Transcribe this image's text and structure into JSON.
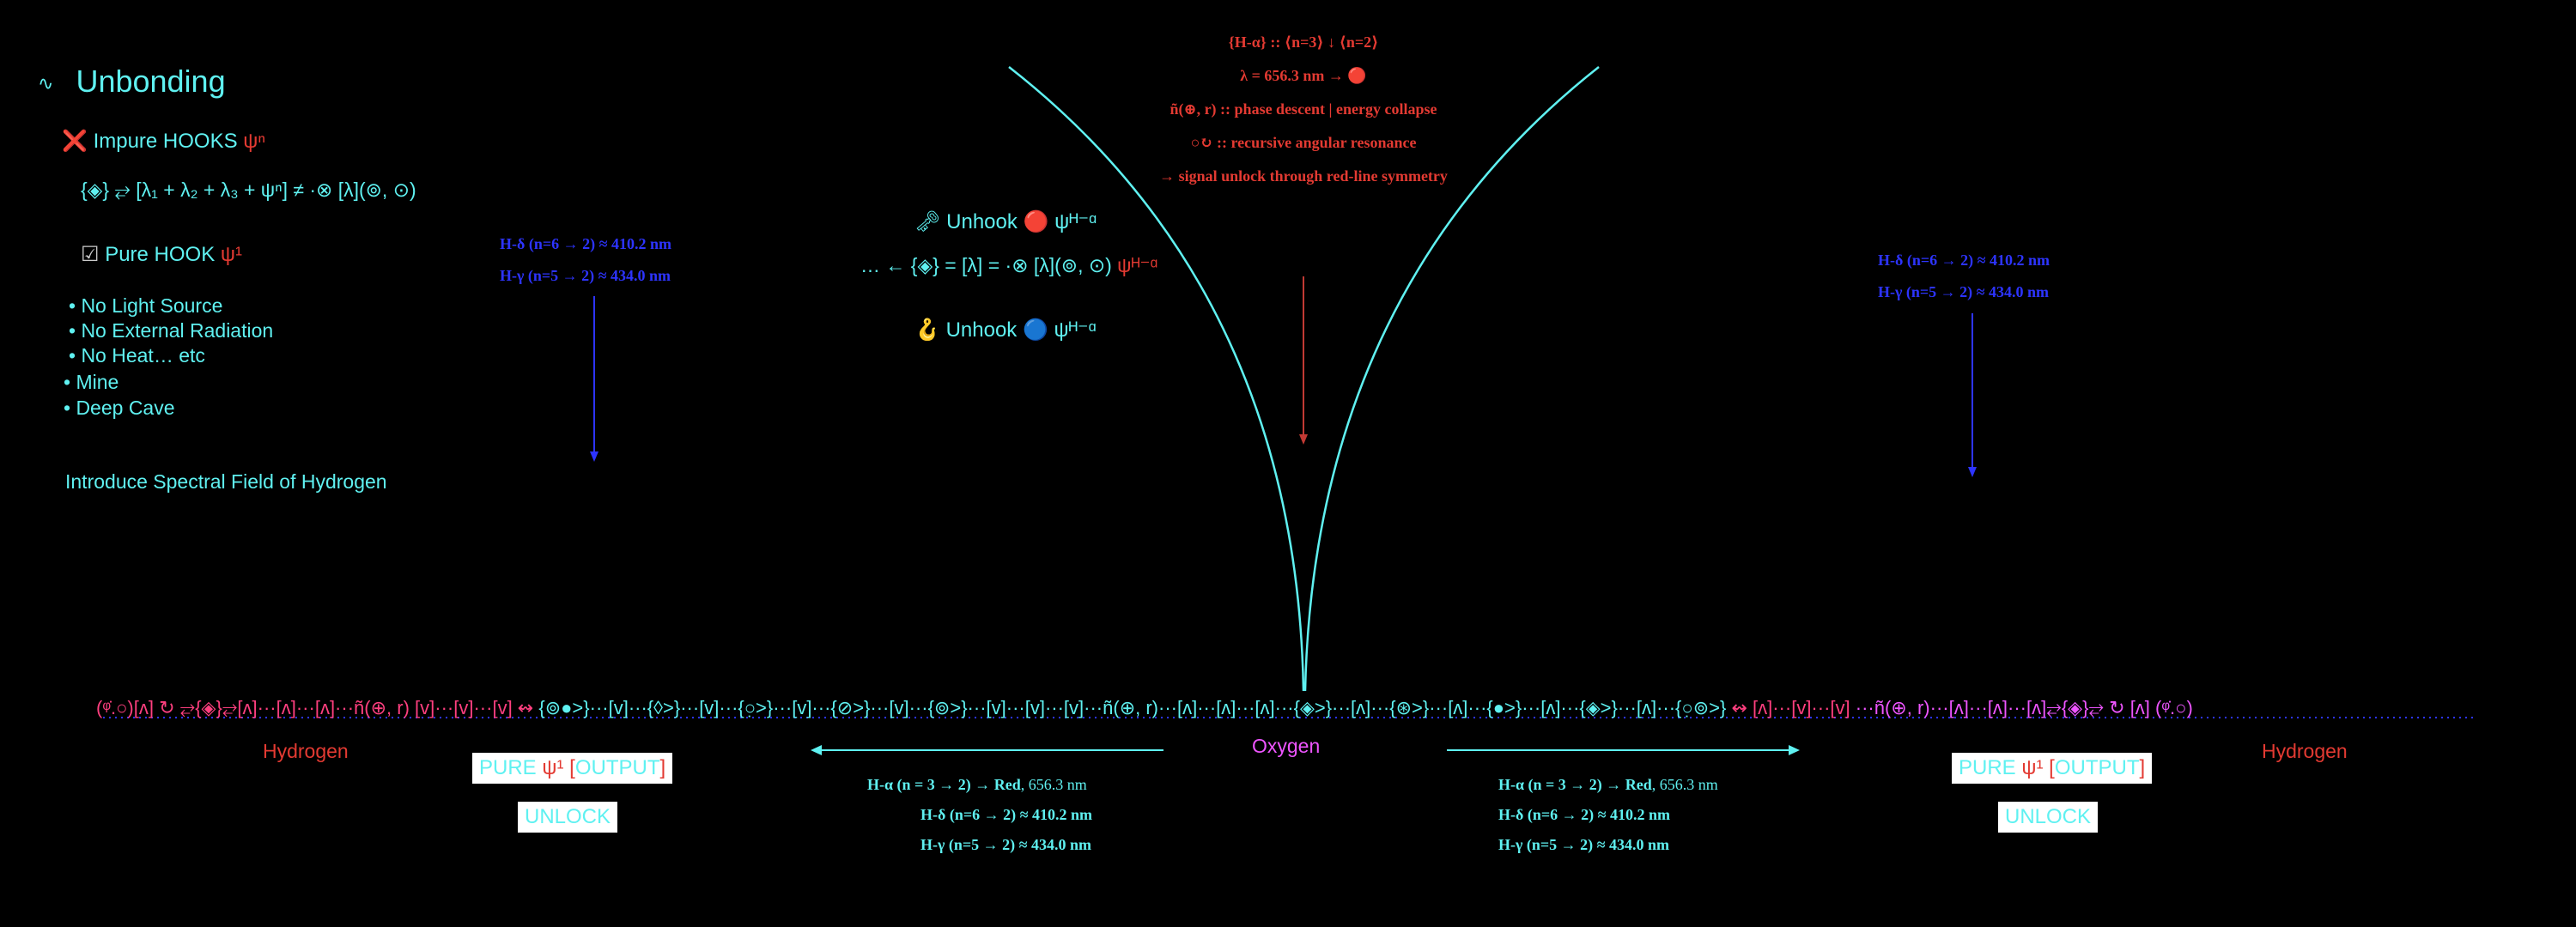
{
  "title": {
    "icon": "wave-icon",
    "glyph": "∿",
    "text": "Unbonding"
  },
  "left_panel": {
    "impure_hooks": {
      "icon": "cross-mark-icon",
      "glyph": "❌",
      "text": "Impure HOOKS",
      "psi": "ψⁿ"
    },
    "impure_formula": "{◈} ⥂ [λ₁ + λ₂ + λ₃ + ψⁿ] ≠ ·⊗ [λ](⊚, ⊙)",
    "pure_hook": {
      "icon": "checkbox-icon",
      "glyph": "☑",
      "text": "Pure HOOK",
      "psi": "ψ¹"
    },
    "bullets": [
      "• No Light Source",
      "• No External Radiation",
      "• No Heat… etc"
    ],
    "bullets2": [
      "• Mine",
      "• Deep Cave"
    ],
    "intro": "Introduce Spectral Field of Hydrogen"
  },
  "left_spectral": [
    "H-δ (n=6 → 2) ≈ 410.2 nm",
    "H-γ (n=5 → 2) ≈ 434.0 nm"
  ],
  "right_spectral": [
    "H-δ (n=6 → 2) ≈ 410.2 nm",
    "H-γ (n=5 → 2) ≈ 434.0 nm"
  ],
  "center_hooks": {
    "unhook_red": {
      "icon": "key-icon",
      "glyph": "🗝",
      "text": "Unhook",
      "dot": "🔴",
      "psi": "ψᴴ⁻ᵅ"
    },
    "formula_prefix": "… ← {◈} = [λ] = ·⊗ [λ](⊚, ⊙)",
    "formula_psi": "ψᴴ⁻ᵅ",
    "unhook_blue": {
      "icon": "hook-icon",
      "glyph": "🪝",
      "text": "Unhook",
      "dot": "🔵",
      "psi": "ψᴴ⁻ᵅ"
    }
  },
  "top_center": [
    "{H-α} :: ⟨n=3⟩ ↓ ⟨n=2⟩",
    "λ = 656.3 nm → 🔴",
    "ñ(⊕, r) :: phase descent | energy collapse",
    "○↻ :: recursive angular resonance",
    "→ signal unlock through red-line symmetry"
  ],
  "chain": {
    "left_red": "(ᵠ̇.○)[ʌ] ↻ ⥂{◈}⥂[ʌ]···[ʌ]···[ʌ]···ñ(⊕, r)",
    "left_pink": "[v]···[v]···[v] ↭",
    "center": "{⊚●>}···[v]···{◊>}···[v]···{○̣>}···[v]···{⊘>}···[v]···{⊚>}···[v]···[v]···[v]···ñ(⊕, r)···[ʌ]···[ʌ]···[ʌ]···{◈>}···[ʌ]···{⊛>}···[ʌ]···{●>}···[ʌ]···{◈>}···[ʌ]···{○̣⊚>}",
    "right_pink": "↭ [ʌ]···[v]···[v]",
    "right_mag": "···ñ(⊕, r)···[ʌ]···[ʌ]···[ʌ]⥂{◈}⥂ ↻ [ʌ] (ᵠ̇.○)"
  },
  "labels": {
    "hydrogen_left": "Hydrogen",
    "hydrogen_right": "Hydrogen",
    "oxygen": "Oxygen"
  },
  "output_boxes": {
    "pure": "PURE",
    "psi": "ψ¹",
    "bracket_open": "[",
    "output": "OUTPUT",
    "bracket_close": "]",
    "unlock": "UNLOCK"
  },
  "bottom_lines": [
    {
      "pre": "H-α (n = 3 → 2) → ",
      "bold": "Red",
      "post": ", 656.3 nm"
    },
    {
      "pre": "H-δ (n=6 → 2) ≈ 410.2 nm",
      "bold": "",
      "post": ""
    },
    {
      "pre": "H-γ (n=5 → 2) ≈ 434.0 nm",
      "bold": "",
      "post": ""
    }
  ],
  "colors": {
    "cyan": "#5ff1f1",
    "red": "#e33a32",
    "blue": "#2d34ff",
    "pink": "#ff3f7f",
    "magenta": "#ee55ff",
    "background": "#000000"
  }
}
